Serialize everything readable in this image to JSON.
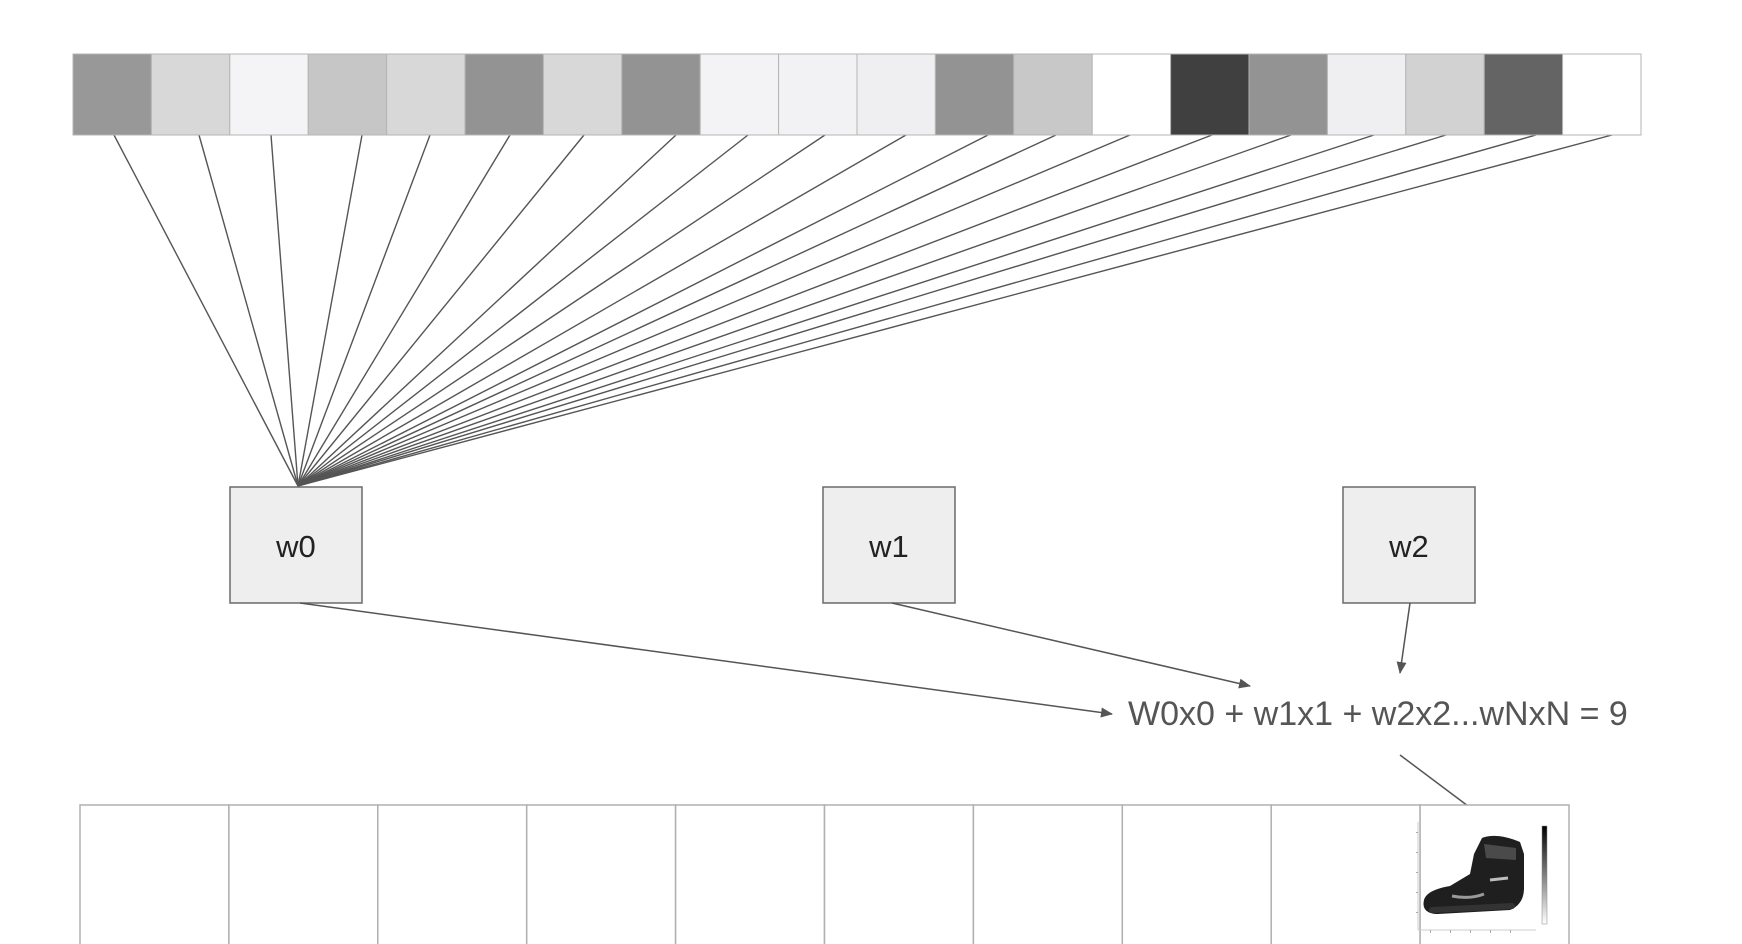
{
  "input_vector": {
    "pixels": [
      "#989898",
      "#d8d8d8",
      "#f4f4f6",
      "#c6c6c6",
      "#d8d8d8",
      "#939393",
      "#d8d8d8",
      "#939393",
      "#f3f3f5",
      "#f2f2f4",
      "#efeff1",
      "#939393",
      "#c8c8c8",
      "#ffffff",
      "#404040",
      "#939393",
      "#efeff1",
      "#d2d2d2",
      "#646464",
      "#ffffff"
    ]
  },
  "weights": [
    {
      "label": "w0"
    },
    {
      "label": "w1"
    },
    {
      "label": "w2"
    }
  ],
  "equation": "W0x0 + w1x1 + w2x2...wNxN = 9",
  "output": {
    "slots": 10,
    "predicted_index": 9,
    "predicted_image": "ankle-boot-icon"
  },
  "colors": {
    "line": "#555555",
    "node_fill": "#eeeeee",
    "node_stroke": "#6a6a6a",
    "output_border": "#b0b0b0"
  }
}
